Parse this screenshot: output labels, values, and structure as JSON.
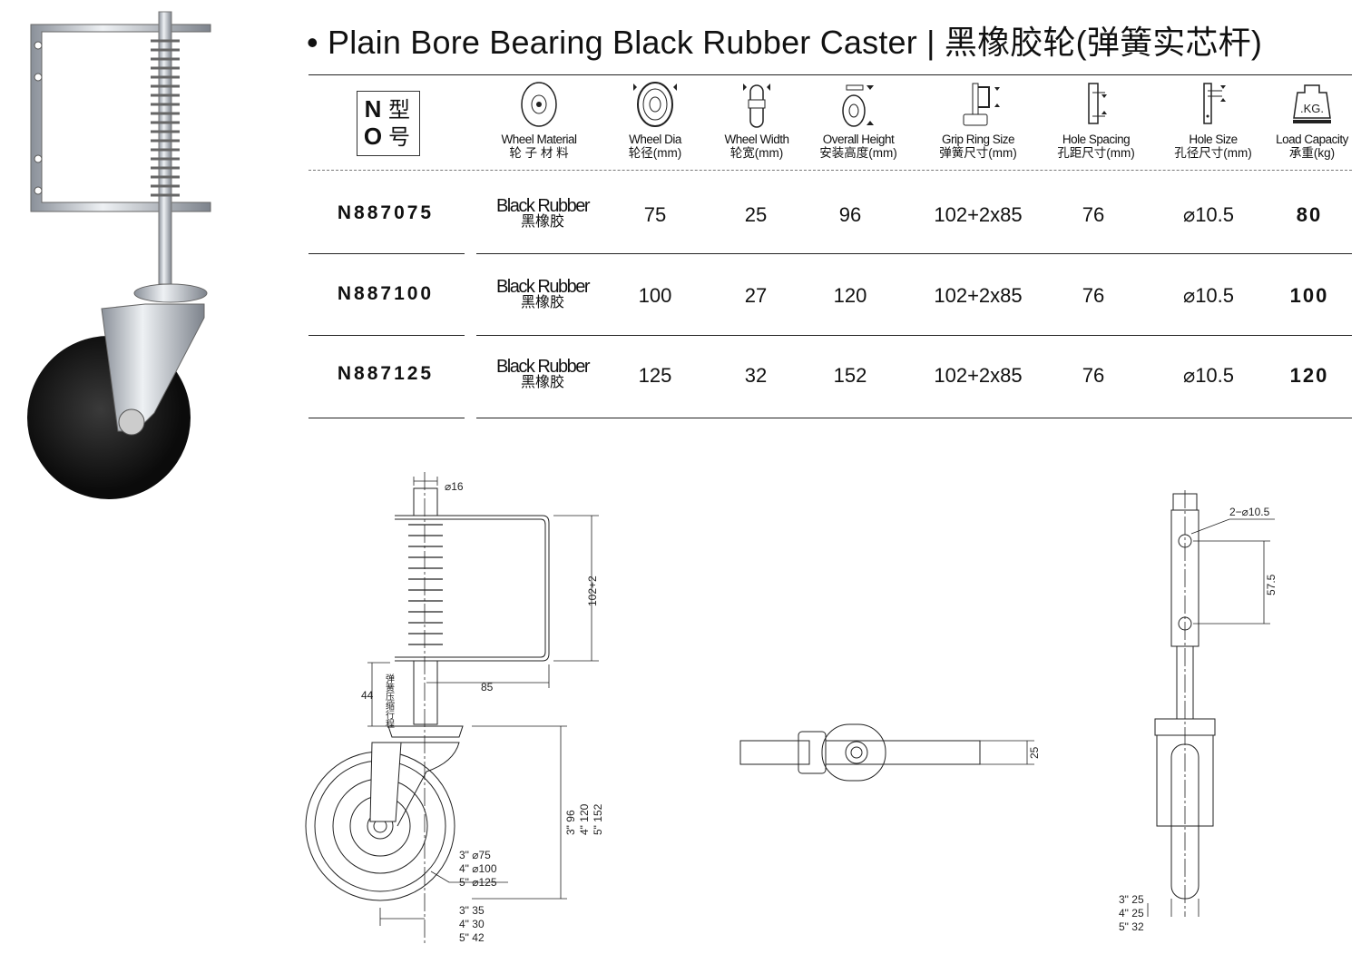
{
  "title": "• Plain Bore Bearing Black Rubber Caster | 黑橡胶轮(弹簧实芯杆)",
  "no_label": {
    "en": "NO",
    "cn": "型号"
  },
  "columns": [
    {
      "en": "Wheel Material",
      "cn": "轮 子 材 料"
    },
    {
      "en": "Wheel Dia",
      "cn": "轮径(mm)"
    },
    {
      "en": "Wheel Width",
      "cn": "轮宽(mm)"
    },
    {
      "en": "Overall Height",
      "cn": "安装高度(mm)"
    },
    {
      "en": "Grip Ring Size",
      "cn": "弹簧尺寸(mm)"
    },
    {
      "en": "Hole Spacing",
      "cn": "孔距尺寸(mm)"
    },
    {
      "en": "Hole Size",
      "cn": "孔径尺寸(mm)"
    },
    {
      "en": "Load Capacity",
      "cn": "承重(kg)"
    }
  ],
  "kg_badge": ".KG.",
  "rows": [
    {
      "no": "N887075",
      "material_en": "Black Rubber",
      "material_cn": "黑橡胶",
      "dia": "75",
      "width": "25",
      "height": "96",
      "grip": "102+2x85",
      "spacing": "76",
      "hole": "⌀10.5",
      "load": "80"
    },
    {
      "no": "N887100",
      "material_en": "Black Rubber",
      "material_cn": "黑橡胶",
      "dia": "100",
      "width": "27",
      "height": "120",
      "grip": "102+2x85",
      "spacing": "76",
      "hole": "⌀10.5",
      "load": "100"
    },
    {
      "no": "N887125",
      "material_en": "Black Rubber",
      "material_cn": "黑橡胶",
      "dia": "125",
      "width": "32",
      "height": "152",
      "grip": "102+2x85",
      "spacing": "76",
      "hole": "⌀10.5",
      "load": "120"
    }
  ],
  "drawing": {
    "stem_dia": "⌀16",
    "bracket_h": "102+2",
    "bracket_w": "85",
    "travel": "44",
    "travel_cn": "弹簧压缩行程",
    "heights": [
      "3\" 96",
      "4\" 120",
      "5\" 152"
    ],
    "dias": [
      "3\"  ⌀75",
      "4\"  ⌀100",
      "5\"  ⌀125"
    ],
    "offsets": [
      "3\"  35",
      "4\"  30",
      "5\"  42"
    ],
    "top_width": "25",
    "holes": "2−⌀10.5",
    "hole_spacing": "57.5",
    "widths": [
      "3\" 25",
      "4\" 25",
      "5\" 32"
    ]
  }
}
